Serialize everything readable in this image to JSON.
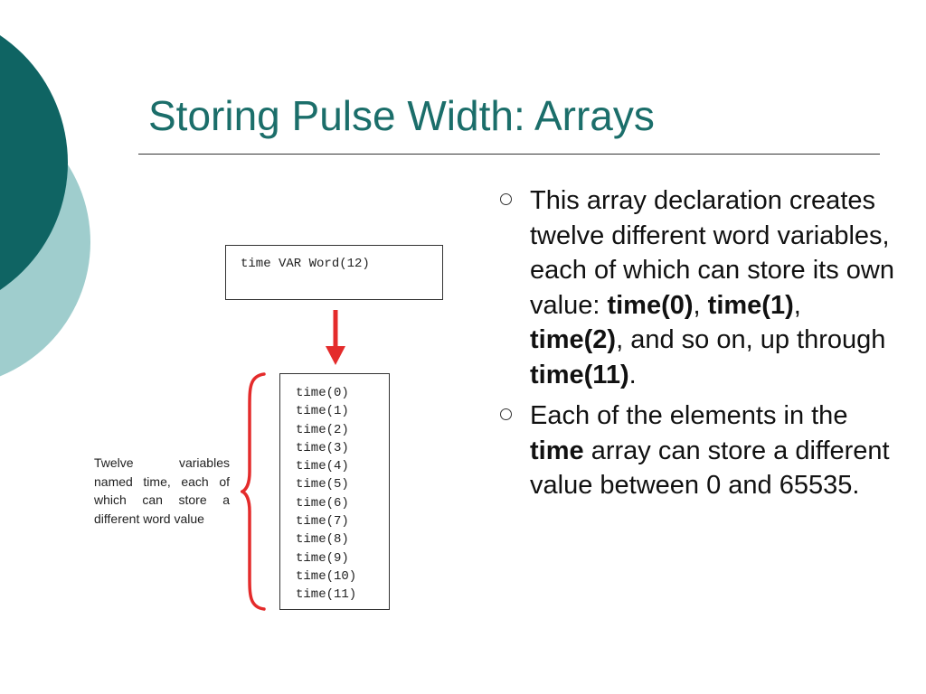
{
  "slide": {
    "title": "Storing Pulse Width: Arrays"
  },
  "diagram": {
    "declaration": "time VAR Word(12)",
    "elements": [
      "time(0)",
      "time(1)",
      "time(2)",
      "time(3)",
      "time(4)",
      "time(5)",
      "time(6)",
      "time(7)",
      "time(8)",
      "time(9)",
      "time(10)",
      "time(11)"
    ],
    "side_note": "Twelve variables named time, each of which can store a different word value",
    "arrow_color": "#e42b2b",
    "brace_color": "#e42b2b"
  },
  "bullets": [
    {
      "t1": "This array declaration creates twelve different word variables, each of which can store its own value: ",
      "b1": "time(0)",
      "t2": ", ",
      "b2": "time(1)",
      "t3": ", ",
      "b3": "time(2)",
      "t4": ", and so on, up through ",
      "b4": "time(11)",
      "t5": "."
    },
    {
      "t1": "Each of the elements in the ",
      "b1": "time",
      "t2": " array can store a different value between 0 and 65535."
    }
  ],
  "theme": {
    "title_color": "#1b6e6a",
    "deco_dark": "#0f6463",
    "deco_light": "#9fcdcd"
  }
}
